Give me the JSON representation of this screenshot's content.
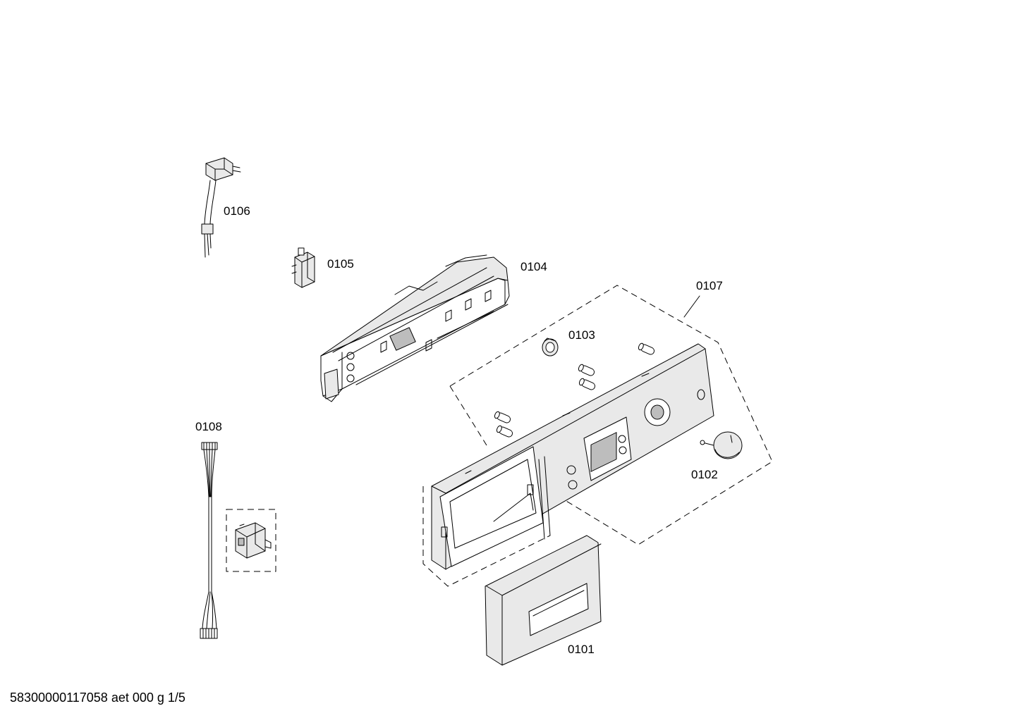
{
  "parts": [
    {
      "id": "0101"
    },
    {
      "id": "0102"
    },
    {
      "id": "0103"
    },
    {
      "id": "0104"
    },
    {
      "id": "0105"
    },
    {
      "id": "0106"
    },
    {
      "id": "0107"
    },
    {
      "id": "0108"
    }
  ],
  "footer": {
    "code": "58300000117058 aet 000 g 1/5"
  },
  "colors": {
    "line": "#000000",
    "background": "#ffffff"
  }
}
